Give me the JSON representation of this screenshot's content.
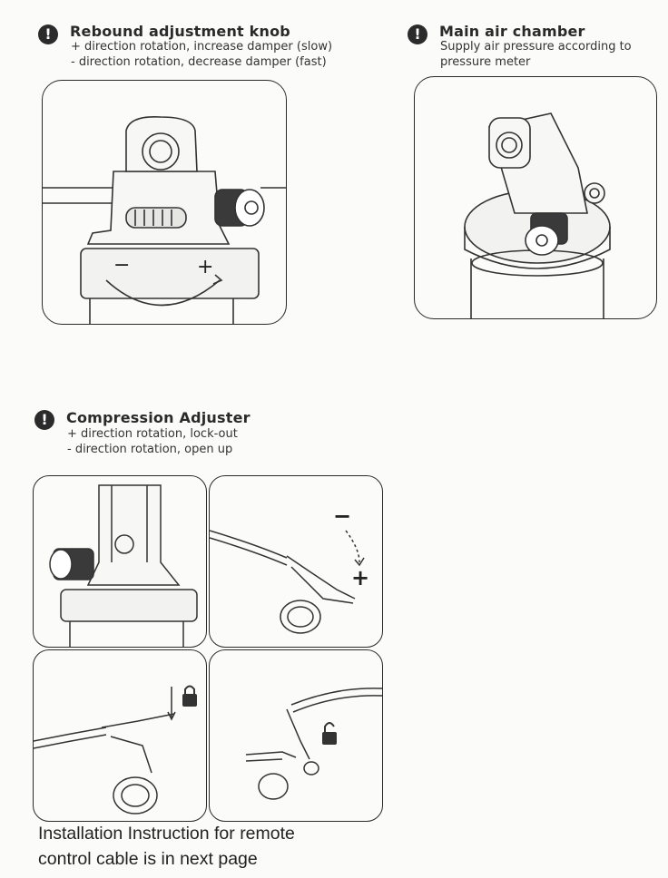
{
  "rebound": {
    "icon": "warning-icon",
    "title": "Rebound adjustment knob",
    "lines": [
      "+ direction rotation, increase damper (slow)",
      "- direction rotation, decrease damper (fast)"
    ],
    "minus_label": "−",
    "plus_label": "+"
  },
  "air": {
    "icon": "warning-icon",
    "title": "Main air chamber",
    "lines": [
      "Supply air pressure according to",
      "pressure meter"
    ]
  },
  "compression": {
    "icon": "warning-icon",
    "title": "Compression Adjuster",
    "lines": [
      "+ direction rotation, lock-out",
      "- direction rotation, open up"
    ],
    "minus_label": "−",
    "plus_label": "+"
  },
  "footer": {
    "lines": [
      "Installation Instruction for remote",
      "control cable is in next page"
    ]
  }
}
